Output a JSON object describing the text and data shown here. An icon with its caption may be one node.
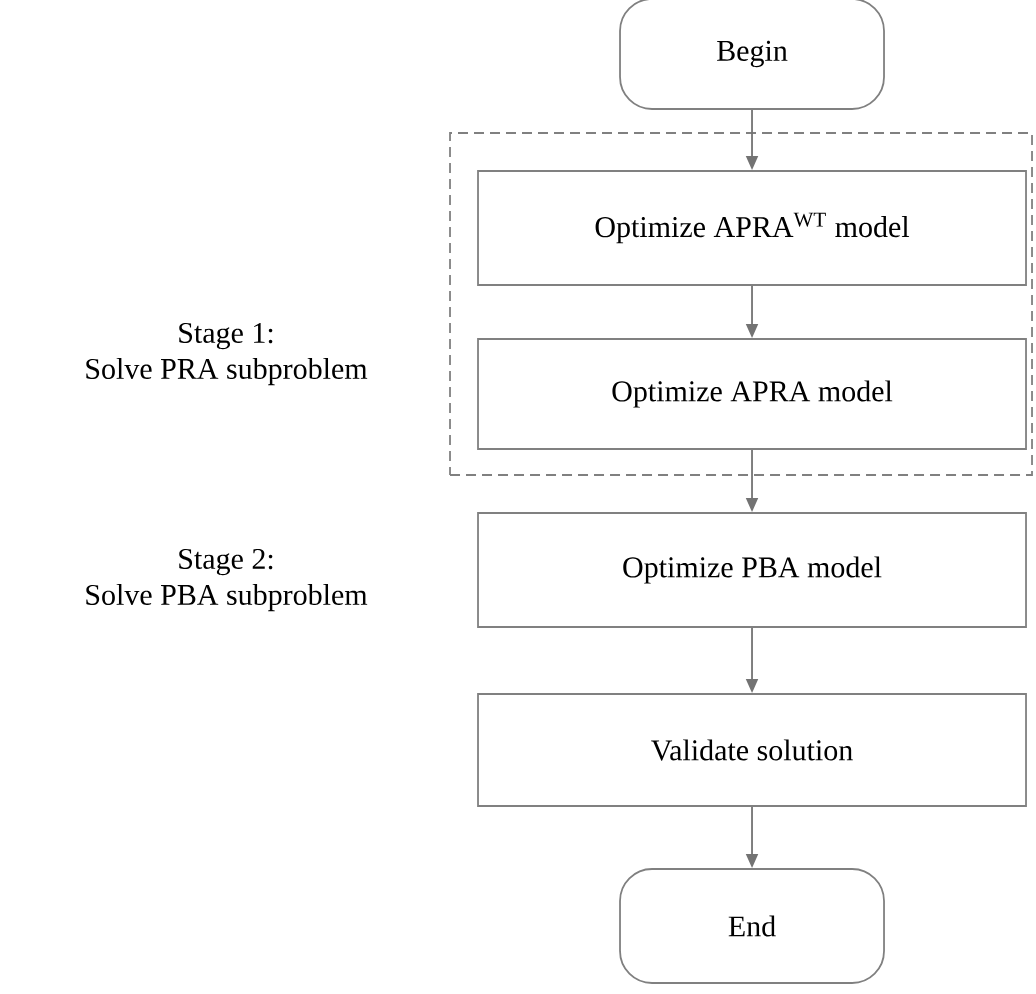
{
  "diagram": {
    "nodes": [
      {
        "text": [
          "Begin"
        ]
      },
      {
        "text": [],
        "shape": "box"
      },
      {
        "text": [
          "Optimize APRA$^{WT}$ model"
        ],
        "in": 1
      },
      {
        "text": [
          "Optimize APRA model"
        ],
        "in": 1
      },
      {
        "text": [
          "Optimize PBA model"
        ]
      },
      {
        "text": [
          "Validate solution"
        ]
      },
      {
        "text": [
          "End"
        ]
      }
    ],
    "edges": [
      {
        "from": 0,
        "to": 2,
        "arrow": "to"
      },
      {
        "from": 2,
        "to": 3,
        "arrow": "to"
      },
      {
        "from": 3,
        "to": 4,
        "arrow": "to"
      },
      {
        "from": 4,
        "to": 5,
        "arrow": "to"
      },
      {
        "from": 5,
        "to": 6,
        "arrow": "to"
      }
    ],
    "labels": [
      "Stage 1: Solve PRA subproblem",
      "Stage 2: Solve PBA subproblem"
    ]
  }
}
